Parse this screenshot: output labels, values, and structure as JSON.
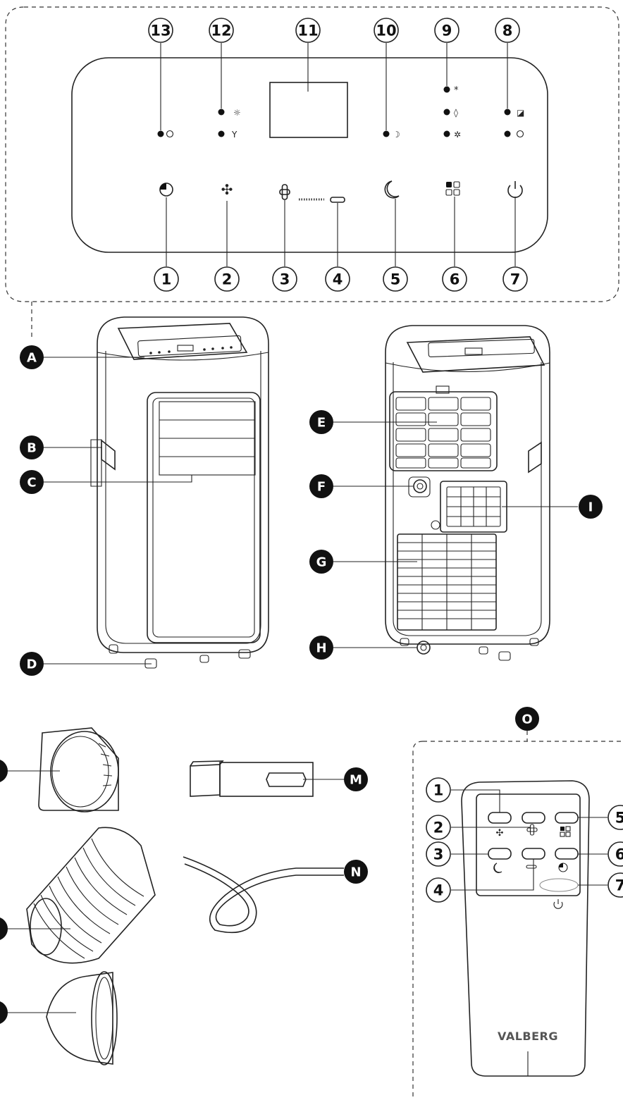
{
  "control_panel": {
    "numbers_top": [
      "13",
      "12",
      "11",
      "10",
      "9",
      "8"
    ],
    "numbers_bottom": [
      "1",
      "2",
      "3",
      "4",
      "5",
      "6",
      "7"
    ]
  },
  "unit_labels": [
    "A",
    "B",
    "C",
    "D",
    "E",
    "F",
    "G",
    "H",
    "I"
  ],
  "accessory_labels": [
    "M",
    "N"
  ],
  "remote": {
    "label": "O",
    "brand": "VALBERG",
    "numbers": [
      "1",
      "2",
      "3",
      "4",
      "5",
      "6",
      "7"
    ]
  }
}
